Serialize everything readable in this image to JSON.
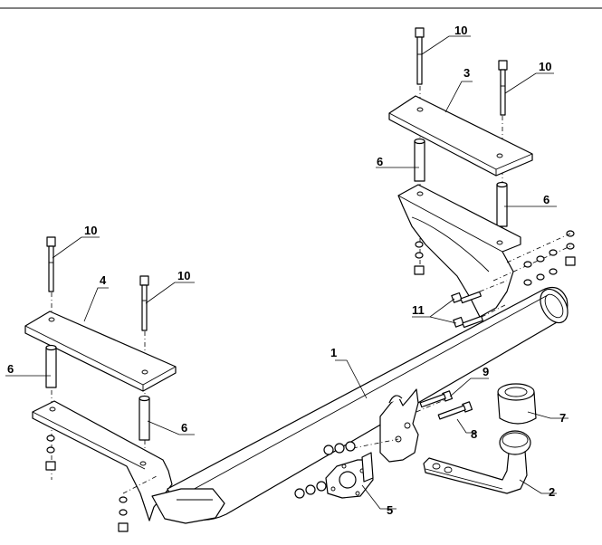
{
  "callouts": {
    "c1": "1",
    "c2": "2",
    "c3": "3",
    "c4": "4",
    "c5": "5",
    "c6a": "6",
    "c6b": "6",
    "c6c": "6",
    "c6d": "6",
    "c7": "7",
    "c8": "8",
    "c9": "9",
    "c10a": "10",
    "c10b": "10",
    "c10c": "10",
    "c10d": "10",
    "c11": "11"
  }
}
